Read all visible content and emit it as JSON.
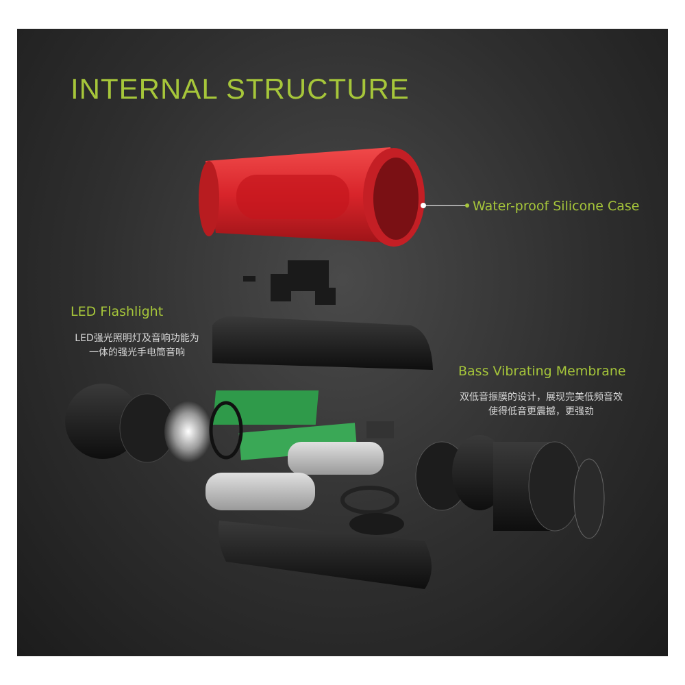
{
  "title": "INTERNAL STRUCTURE",
  "callouts": {
    "case": {
      "label": "Water-proof Silicone Case"
    },
    "led": {
      "label": "LED Flashlight",
      "desc_line1": "LED强光照明灯及音响功能为",
      "desc_line2": "一体的强光手电筒音响"
    },
    "bass": {
      "label": "Bass Vibrating Membrane",
      "desc_line1": "双低音振膜的设计，展现完美低频音效",
      "desc_line2": "使得低音更震撼，更强劲"
    }
  },
  "colors": {
    "accent": "#a6c63a",
    "case_red": "#e0262c",
    "pcb_green": "#2f9a4a"
  }
}
